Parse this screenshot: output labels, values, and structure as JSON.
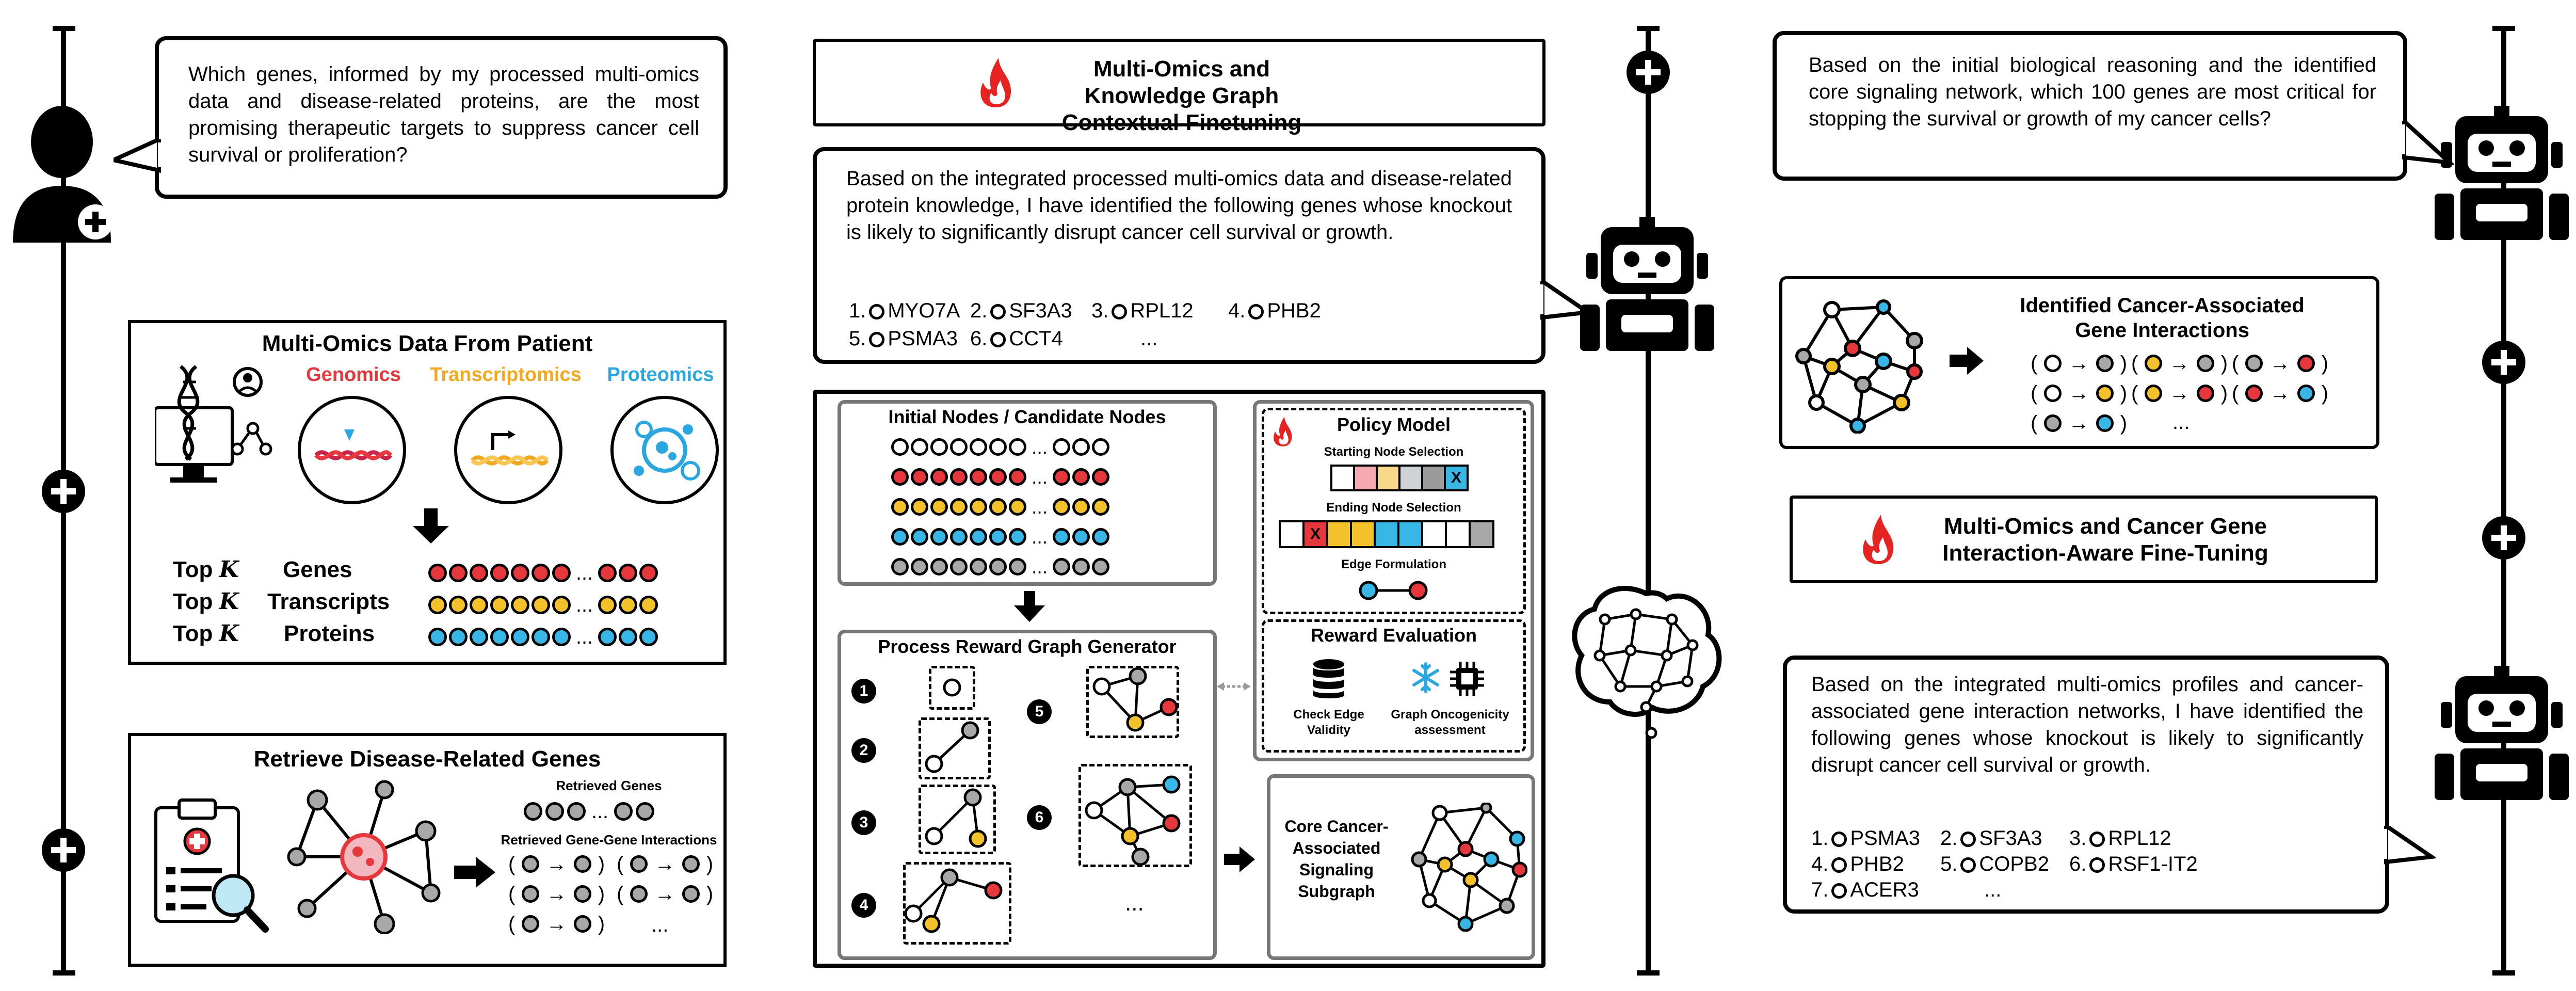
{
  "col1": {
    "user_question": "Which genes, informed by my processed multi-omics data and disease-related proteins, are the most promising therapeutic targets to suppress cancer cell survival or proliferation?",
    "multiomics": {
      "title": "Multi-Omics Data From Patient",
      "genomics": "Genomics",
      "transcriptomics": "Transcriptomics",
      "proteomics": "Proteomics",
      "top": "Top",
      "k": "K",
      "rows": [
        "Genes",
        "Transcripts",
        "Proteins"
      ]
    },
    "retrieve": {
      "title": "Retrieve Disease-Related Genes",
      "retrieved_genes": "Retrieved Genes",
      "retrieved_interactions": "Retrieved Gene-Gene Interactions"
    }
  },
  "col2": {
    "finetune_title": "Multi-Omics and Knowledge Graph Contextual Finetuning",
    "answer": "Based on the integrated processed multi-omics data and disease-related protein knowledge, I have identified the following genes whose knockout is likely to significantly disrupt cancer cell survival or growth.",
    "genes": [
      "1.",
      "MYO7A",
      "2.",
      "SF3A3",
      "3.",
      "RPL12",
      "4.",
      "PHB2",
      "5.",
      "PSMA3",
      "6.",
      "CCT4",
      "..."
    ],
    "initial_nodes_title": "Initial Nodes / Candidate Nodes",
    "policy_title": "Policy Model",
    "starting_node": "Starting Node Selection",
    "ending_node": "Ending Node Selection",
    "edge_formulation": "Edge Formulation",
    "x_mark": "X",
    "reward_title": "Reward Evaluation",
    "check_edge": "Check Edge Validity",
    "graph_onco": "Graph Oncogenicity assessment",
    "prg_title": "Process Reward Graph Generator",
    "steps": [
      "1",
      "2",
      "3",
      "4",
      "5",
      "6"
    ],
    "core_subgraph": "Core Cancer-Associated Signaling Subgraph",
    "ellipsis": "..."
  },
  "col3": {
    "question": "Based on the initial biological reasoning and the identified core signaling network, which 100 genes are most critical for stopping the survival or growth of my cancer cells?",
    "identified_title": "Identified Cancer-Associated Gene Interactions",
    "finetune_title": "Multi-Omics and Cancer Gene Interaction-Aware Fine-Tuning",
    "answer": "Based on the integrated multi-omics profiles and cancer-associated gene interaction networks, I have identified the following genes whose knockout is likely to significantly disrupt cancer cell survival or growth.",
    "genes": [
      "1.",
      "PSMA3",
      "2.",
      "SF3A3",
      "3.",
      "RPL12",
      "4.",
      "PHB2",
      "5.",
      "COPB2",
      "6.",
      "RSF1-IT2",
      "7.",
      "ACER3",
      "..."
    ]
  },
  "colors": {
    "red": "#e5373c",
    "yellow": "#f3c12a",
    "blue": "#38b6e6",
    "gray": "#a8a8a8",
    "genomics": "#e5373c",
    "transcriptomics": "#f3a91f",
    "proteomics": "#2aa7e0",
    "flame": "#e52421"
  }
}
